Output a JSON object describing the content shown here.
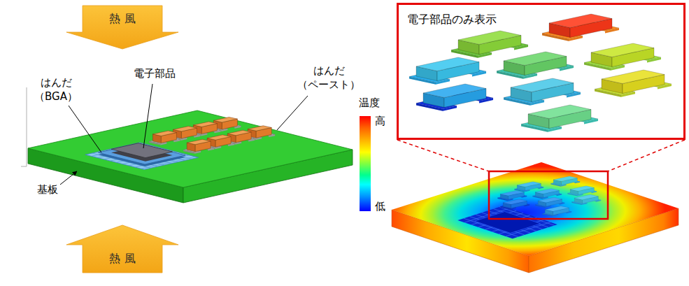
{
  "diagram": {
    "nodes": [
      {
        "text": [
          "熱 風"
        ]
      },
      {
        "text": [
          "電子部品のみ表示"
        ]
      },
      {
        "text": [
          "熱 風"
        ]
      }
    ],
    "labels": [
      "はんだ （BGA）",
      "電子部品",
      "はんだ （ペースト）",
      "基板",
      "温度",
      "高",
      "低"
    ]
  }
}
